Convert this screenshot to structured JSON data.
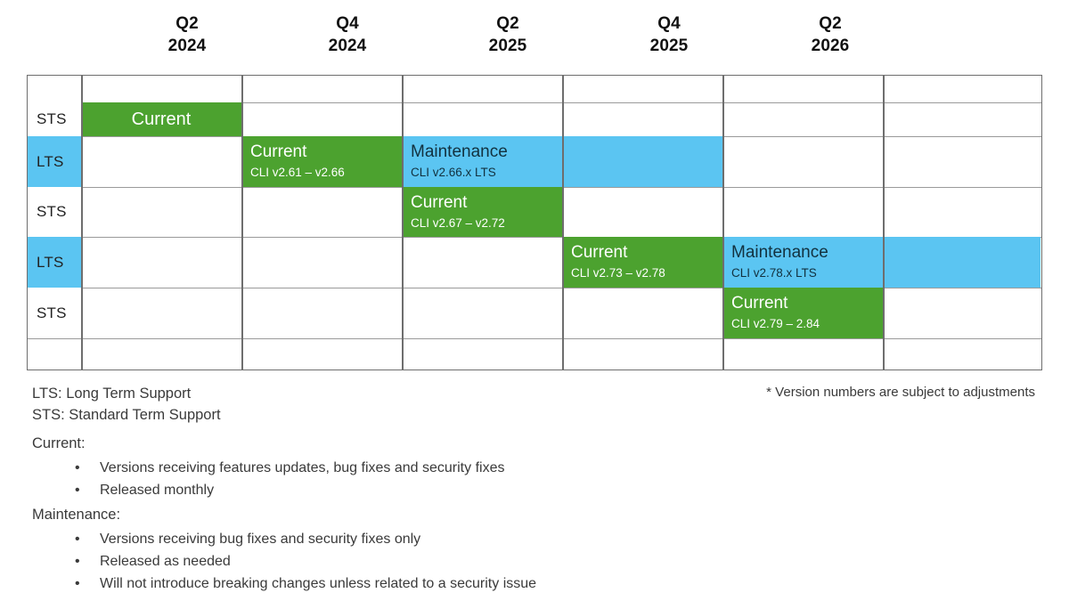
{
  "timeline": {
    "quarters": [
      {
        "quarter": "Q2",
        "year": "2024"
      },
      {
        "quarter": "Q4",
        "year": "2024"
      },
      {
        "quarter": "Q2",
        "year": "2025"
      },
      {
        "quarter": "Q4",
        "year": "2025"
      },
      {
        "quarter": "Q2",
        "year": "2026"
      }
    ],
    "row_labels": [
      "",
      "STS",
      "LTS",
      "STS",
      "LTS",
      "STS",
      ""
    ],
    "bars": [
      {
        "row": 1,
        "support": "STS",
        "phase": "Current",
        "versions": "",
        "color": "#4CA22F",
        "style": "centered"
      },
      {
        "row": 2,
        "support": "LTS",
        "phase": "Current",
        "versions": "CLI v2.61 – v2.66",
        "color": "#4CA22F",
        "style": "left"
      },
      {
        "row": 2,
        "support": "LTS",
        "phase": "Maintenance",
        "versions": "CLI v2.66.x LTS",
        "color": "#5BC5F2",
        "style": "left"
      },
      {
        "row": 3,
        "support": "STS",
        "phase": "Current",
        "versions": "CLI v2.67 – v2.72",
        "color": "#4CA22F",
        "style": "left"
      },
      {
        "row": 4,
        "support": "LTS",
        "phase": "Current",
        "versions": "CLI v2.73 – v2.78",
        "color": "#4CA22F",
        "style": "left"
      },
      {
        "row": 4,
        "support": "LTS",
        "phase": "Maintenance",
        "versions": "CLI v2.78.x LTS",
        "color": "#5BC5F2",
        "style": "left"
      },
      {
        "row": 5,
        "support": "STS",
        "phase": "Current",
        "versions": "CLI v2.79 – 2.84",
        "color": "#4CA22F",
        "style": "left"
      }
    ]
  },
  "legend": {
    "lts": "LTS: Long Term Support",
    "sts": "STS: Standard Term Support"
  },
  "footnote": "* Version numbers are subject to adjustments",
  "notes": {
    "current_heading": "Current:",
    "current_items": [
      "Versions receiving features updates, bug fixes and security fixes",
      "Released monthly"
    ],
    "maintenance_heading": "Maintenance:",
    "maintenance_items": [
      "Versions receiving bug fixes and security fixes only",
      "Released as needed",
      "Will not introduce breaking changes unless related to a security issue"
    ],
    "bullet": "•"
  },
  "colors": {
    "current": "#4CA22F",
    "maintenance": "#5BC5F2",
    "grid_line": "#6e6e6e",
    "row_line": "#9a9a9a"
  }
}
